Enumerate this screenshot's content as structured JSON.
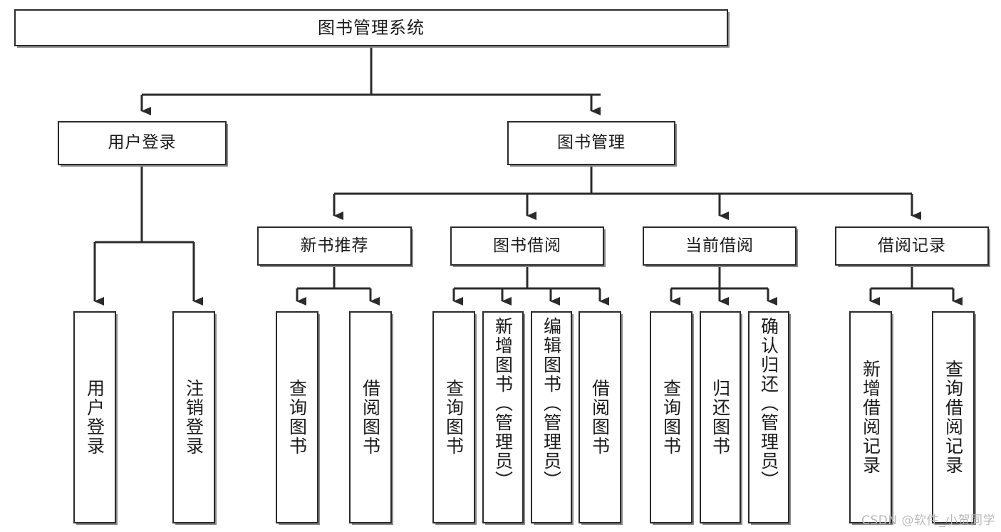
{
  "diagram": {
    "title": "图书管理系统",
    "type": "tree-hierarchy",
    "watermark": "CSDN @软件_小贺同学",
    "colors": {
      "background": "#ffffff",
      "box_border": "#2b2b2b",
      "box_fill": "#ffffff",
      "shadow": "#8a8a8a",
      "connector": "#2b2b2b",
      "text": "#1a1a1a",
      "watermark": "#b9b9b9"
    },
    "root": {
      "label": "图书管理系统"
    },
    "level2": [
      {
        "label": "用户登录"
      },
      {
        "label": "图书管理"
      }
    ],
    "level3": [
      {
        "label": "新书推荐"
      },
      {
        "label": "图书借阅"
      },
      {
        "label": "当前借阅"
      },
      {
        "label": "借阅记录"
      }
    ],
    "leaves": {
      "user_login": [
        {
          "label": "用户登录"
        },
        {
          "label": "注销登录"
        }
      ],
      "new_book_recommend": [
        {
          "label": "查询图书"
        },
        {
          "label": "借阅图书"
        }
      ],
      "book_borrow": [
        {
          "label": "查询图书"
        },
        {
          "label": "新增图书（管理员）"
        },
        {
          "label": "编辑图书（管理员）"
        },
        {
          "label": "借阅图书"
        }
      ],
      "current_borrow": [
        {
          "label": "查询图书"
        },
        {
          "label": "归还图书"
        },
        {
          "label": "确认归还（管理员）"
        }
      ],
      "borrow_record": [
        {
          "label": "新增借阅记录"
        },
        {
          "label": "查询借阅记录"
        }
      ]
    }
  }
}
